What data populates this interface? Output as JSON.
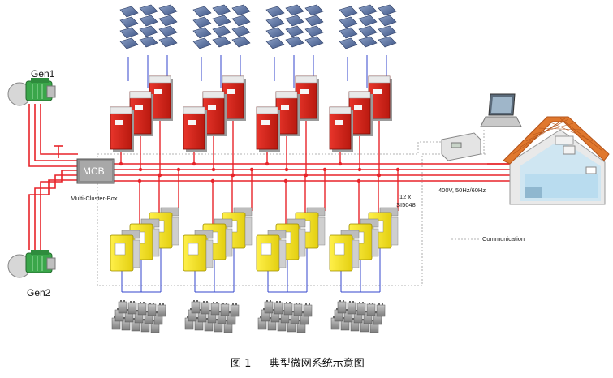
{
  "labels": {
    "gen1": "Gen1",
    "gen2": "Gen2",
    "mcb": "MCB",
    "mcb_caption": "Multi-Cluster-Box",
    "units_count": "12 x",
    "units_model": "SI5048",
    "grid_spec": "400V, 50Hz/60Hz",
    "communication": "Communication"
  },
  "caption": {
    "number": "图 1",
    "title": "典型微网系统示意图"
  },
  "colors": {
    "ac_bus": "#e8242a",
    "dc_line": "#3344cc",
    "comm_line": "#9a9a9a",
    "pv_inverter": "#d9261c",
    "battery_inverter": "#f2e21a",
    "roof": "#e0782e",
    "generator": "#3aa64a"
  }
}
